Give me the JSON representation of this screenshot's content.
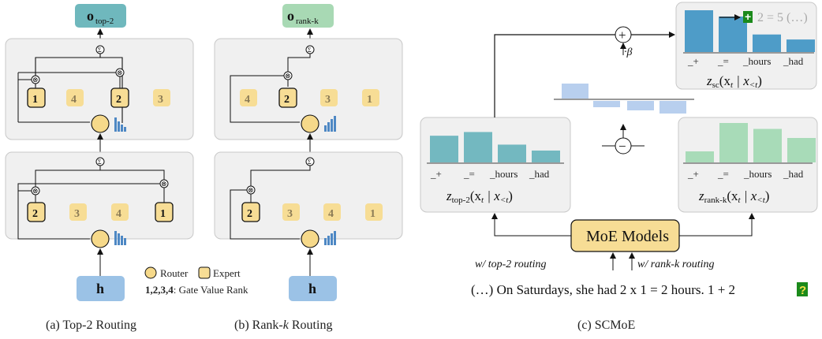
{
  "panel_a": {
    "output": "o",
    "output_sub": "top-2",
    "input": "h",
    "upper_experts": [
      "1",
      "4",
      "2",
      "3"
    ],
    "lower_experts": [
      "2",
      "3",
      "4",
      "1"
    ],
    "caption": "(a) Top-2 Routing"
  },
  "panel_b": {
    "output": "o",
    "output_sub": "rank-k",
    "input": "h",
    "upper_experts": [
      "4",
      "2",
      "3",
      "1"
    ],
    "lower_experts": [
      "2",
      "3",
      "4",
      "1"
    ],
    "caption_prefix": "(b) Rank-",
    "caption_k": "k",
    "caption_suffix": " Routing"
  },
  "legend": {
    "router": "Router",
    "expert": "Expert",
    "rank_bold": "1,2,3,4",
    "rank_text": ": Gate Value Rank"
  },
  "panel_c": {
    "caption": "(c) SCMoE",
    "moe_label": "MoE Models",
    "route_left": "w/ top-2 routing",
    "route_right": "w/ rank-k routing",
    "prompt_text": "(…) On Saturdays,  she had 2 x 1 = 2 hours. 1 + 2",
    "prompt_mark": "?",
    "tokens": [
      "_+",
      "_=",
      "_hours",
      "_had"
    ],
    "top2_label_z": "z",
    "top2_label_sub": "top-2",
    "rank_label_sub": "rank-k",
    "sc_label_sub": "sc",
    "cond_text": "(x",
    "cond_sub_t": "t",
    "cond_mid": " | x",
    "cond_sub_lt": "<t",
    "cond_close": ")",
    "beta": "·β",
    "plus_sym": "+",
    "minus_sym": "−",
    "arrow_text": "2 = 5 (…)",
    "highlight_token": "+"
  },
  "colors": {
    "expert_fill": "#f7dd95",
    "router_fill": "#f6d98a",
    "panel_bg": "#f0f0f0",
    "top2_bar": "#73b8c0",
    "rank_bar": "#a8dbb8",
    "sc_bar": "#4e9cc8",
    "diff_bar": "#b8cfee",
    "h_box": "#9bc2e6",
    "out_a": "#6fb8bd",
    "out_b": "#a8d9b4",
    "green_mark": "#1b8a1b"
  },
  "chart_data": [
    {
      "type": "bar",
      "categories": [
        "_+",
        "_=",
        "_hours",
        "_had"
      ],
      "values": [
        0.72,
        0.82,
        0.48,
        0.32
      ],
      "series_label": "top-2"
    },
    {
      "type": "bar",
      "categories": [
        "_+",
        "_=",
        "_hours",
        "_had"
      ],
      "values": [
        0.28,
        1.0,
        0.85,
        0.62
      ],
      "series_label": "rank-k"
    },
    {
      "type": "bar",
      "categories": [
        "_+",
        "_=",
        "_hours",
        "_had"
      ],
      "values": [
        1.0,
        0.85,
        0.42,
        0.3
      ],
      "series_label": "sc"
    }
  ]
}
